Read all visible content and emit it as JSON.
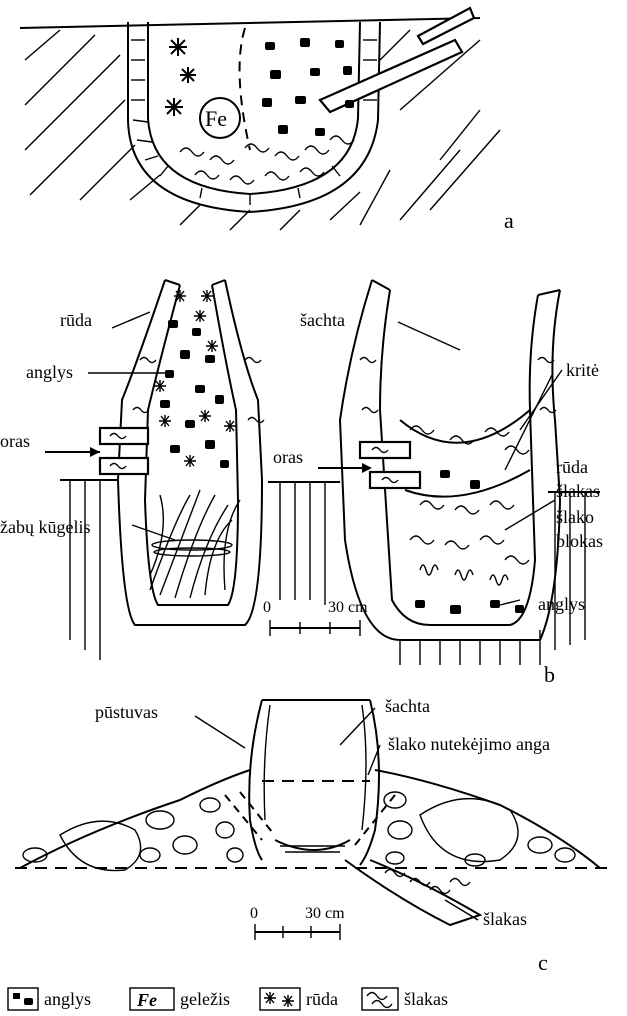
{
  "panels": {
    "a": {
      "letter": "a",
      "fe_label": "Fe"
    },
    "b": {
      "letter": "b",
      "left_labels": {
        "ruda": "rūda",
        "anglys": "anglys",
        "oras": "oras",
        "zabu_kugelis": "žabų kūgelis"
      },
      "right_labels": {
        "sachta": "šachta",
        "krite": "kritė",
        "oras": "oras",
        "ruda": "rūda",
        "slakas": "šlakas",
        "slako_line1": "šlako",
        "slako_line2": "blokas",
        "anglys": "anglys"
      },
      "scale": {
        "zero": "0",
        "value": "30 cm"
      }
    },
    "c": {
      "letter": "c",
      "labels": {
        "sachta": "šachta",
        "pustuvas": "pūstuvas",
        "slako_nutekejimo_anga": "šlako nutekėjimo anga",
        "slakas": "šlakas"
      },
      "scale": {
        "zero": "0",
        "value": "30 cm"
      }
    }
  },
  "legend": {
    "items": [
      {
        "icon": "coal-icon",
        "label": "anglys"
      },
      {
        "icon": "fe-icon",
        "symbol": "Fe",
        "label": "geležis"
      },
      {
        "icon": "ore-icon",
        "label": "rūda"
      },
      {
        "icon": "slag-icon",
        "label": "šlakas"
      }
    ]
  }
}
